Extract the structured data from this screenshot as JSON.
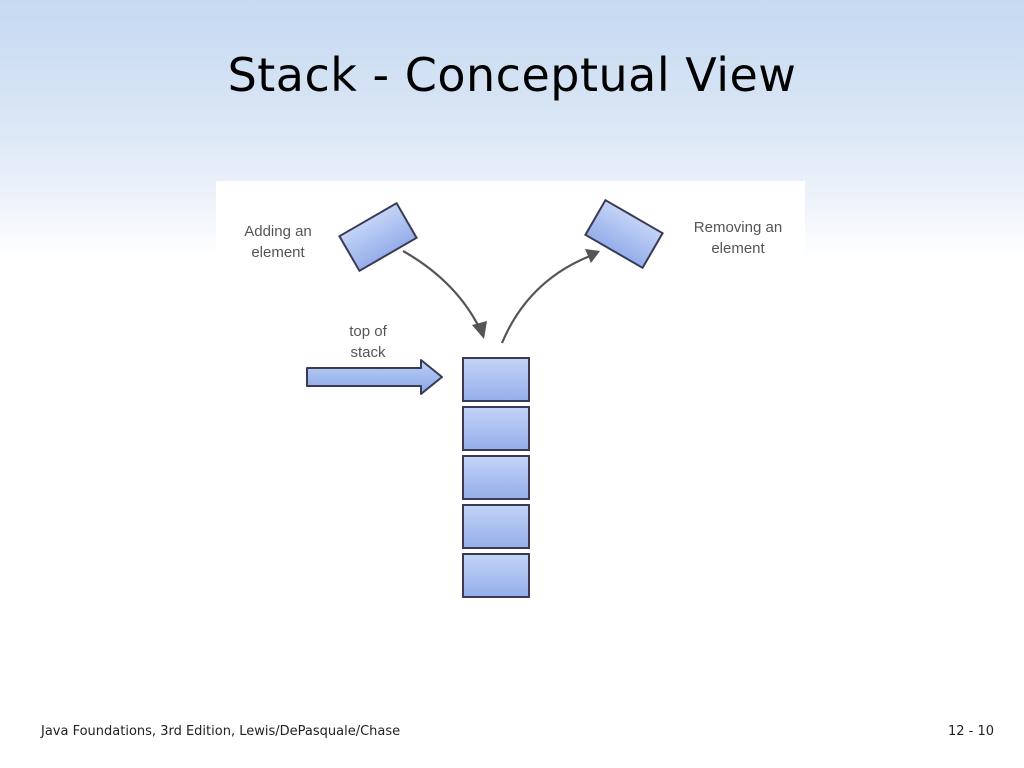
{
  "slide": {
    "title": "Stack - Conceptual View"
  },
  "diagram": {
    "label_adding": "Adding an\nelement",
    "label_removing": "Removing an\nelement",
    "label_top": "top of\nstack",
    "stack_element_count": 5,
    "colors": {
      "element_fill": "#a9bff2",
      "element_stroke": "#3a3a55",
      "arrow": "#555555"
    }
  },
  "footer": {
    "source": "Java Foundations, 3rd Edition, Lewis/DePasquale/Chase",
    "page_number": "12 - 10"
  }
}
